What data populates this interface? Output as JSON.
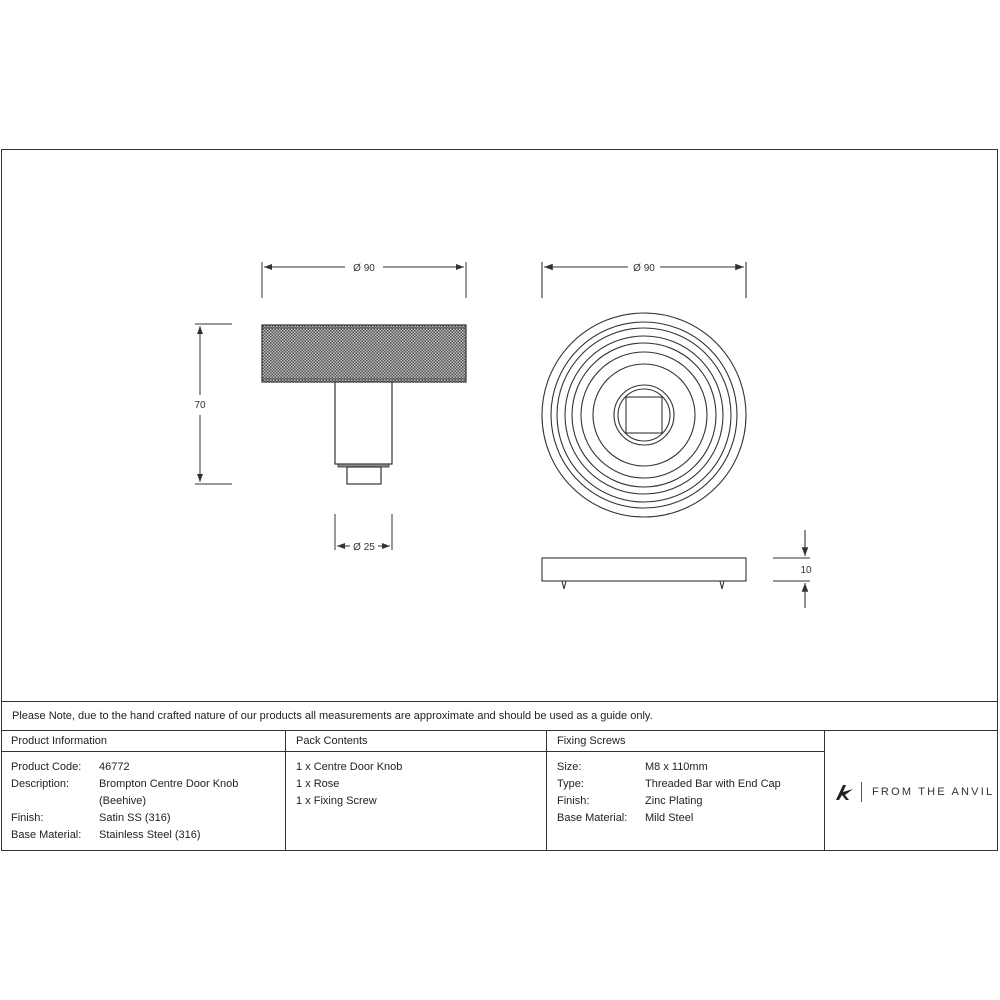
{
  "drawing": {
    "knob_side_view": {
      "width_dim": "Ø 90",
      "height_dim": "70",
      "stem_dim": "Ø 25"
    },
    "rose_front_view": {
      "width_dim": "Ø 90"
    },
    "rose_side_view": {
      "thickness_dim": "10"
    }
  },
  "note": "Please Note, due to the hand crafted nature of our products all measurements are approximate and should be used as a guide only.",
  "product_information": {
    "heading": "Product Information",
    "rows": [
      {
        "label": "Product Code:",
        "value": "46772"
      },
      {
        "label": "Description:",
        "value": "Brompton Centre Door Knob"
      },
      {
        "label": "",
        "value": "(Beehive)"
      },
      {
        "label": "Finish:",
        "value": "Satin SS (316)"
      },
      {
        "label": "Base Material:",
        "value": "Stainless Steel (316)"
      }
    ]
  },
  "pack_contents": {
    "heading": "Pack Contents",
    "items": [
      "1 x Centre Door Knob",
      "1 x Rose",
      "1 x Fixing Screw"
    ]
  },
  "fixing_screws": {
    "heading": "Fixing Screws",
    "rows": [
      {
        "label": "Size:",
        "value": "M8 x 110mm"
      },
      {
        "label": "Type:",
        "value": "Threaded Bar with End Cap"
      },
      {
        "label": "Finish:",
        "value": "Zinc Plating"
      },
      {
        "label": "Base Material:",
        "value": "Mild Steel"
      }
    ]
  },
  "brand": {
    "logo_icon": "anvil-a-icon",
    "name": "FROM THE ANVIL"
  }
}
